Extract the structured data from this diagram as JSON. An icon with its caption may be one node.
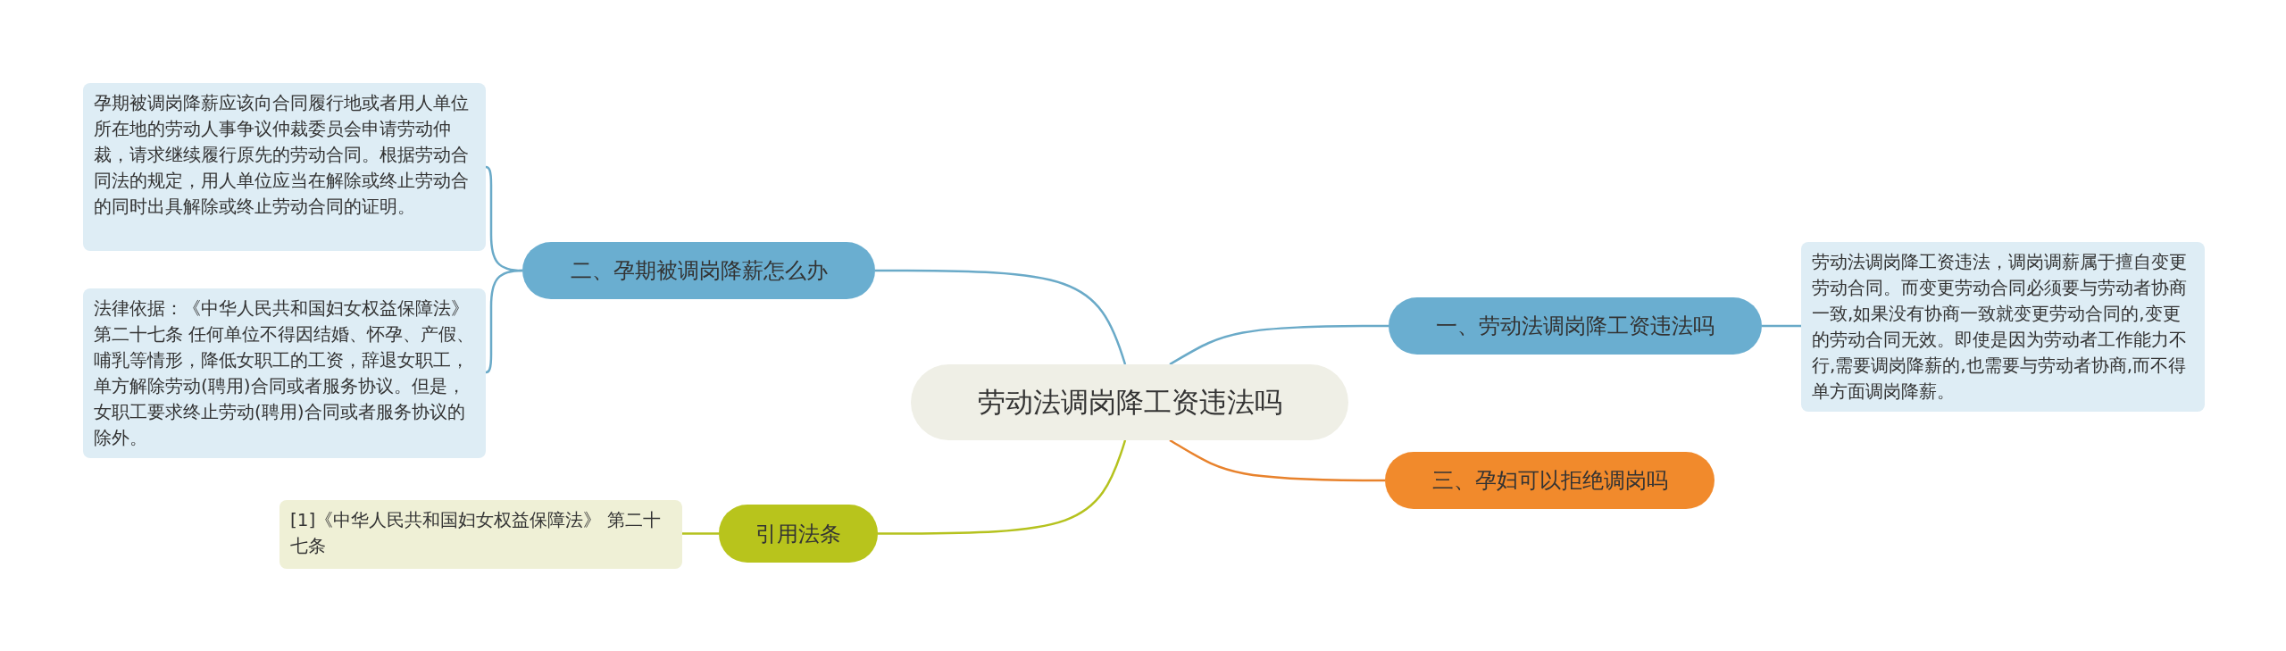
{
  "diagram": {
    "nodes": [
      {
        "text": [
          "劳动法调岗降工资违法吗"
        ]
      },
      {
        "text": [
          "一、劳动法调岗降工资违法吗"
        ]
      },
      {
        "text": [
          "劳动法调岗降工资违法，调岗调薪属于擅自变更劳动合同。而变更劳动合同必须要与劳动者协商一致,如果没有协商一致就变更劳动合同的,变更的劳动合同无效。即使是因为劳动者工作能力不行,需要调岗降薪的,也需要与劳动者协商,而不得单方面调岗降薪。"
        ]
      },
      {
        "text": [
          "二、孕期被调岗降薪怎么办"
        ]
      },
      {
        "text": [
          "孕期被调岗降薪应该向合同履行地或者用人单位所在地的劳动人事争议仲裁委员会申请劳动仲裁，请求继续履行原先的劳动合同。根据劳动合同法的规定，用人单位应当在解除或终止劳动合的同时出具解除或终止劳动合同的证明。"
        ]
      },
      {
        "text": [
          "法律依据：《中华人民共和国妇女权益保障法》第二十七条 任何单位不得因结婚、怀孕、产假、哺乳等情形，降低女职工的工资，辞退女职工，单方解除劳动(聘用)合同或者服务协议。但是，女职工要求终止劳动(聘用)合同或者服务协议的除外。"
        ]
      },
      {
        "text": [
          "三、孕妇可以拒绝调岗吗"
        ]
      },
      {
        "text": [
          "引用法条"
        ]
      },
      {
        "text": [
          "[1]《中华人民共和国妇女权益保障法》 第二十七条"
        ]
      }
    ],
    "edges": [
      {
        "from": 0,
        "to": 1,
        "arrow": "none"
      },
      {
        "from": 1,
        "to": 2,
        "arrow": "none"
      },
      {
        "from": 0,
        "to": 3,
        "arrow": "none"
      },
      {
        "from": 3,
        "to": 4,
        "arrow": "none"
      },
      {
        "from": 3,
        "to": 5,
        "arrow": "none"
      },
      {
        "from": 0,
        "to": 6,
        "arrow": "none",
        "color": "#e8822c"
      },
      {
        "from": 0,
        "to": 7,
        "arrow": "none",
        "color": "#b5c21e"
      },
      {
        "from": 7,
        "to": 8,
        "arrow": "none",
        "color": "#b5c21e"
      }
    ]
  }
}
